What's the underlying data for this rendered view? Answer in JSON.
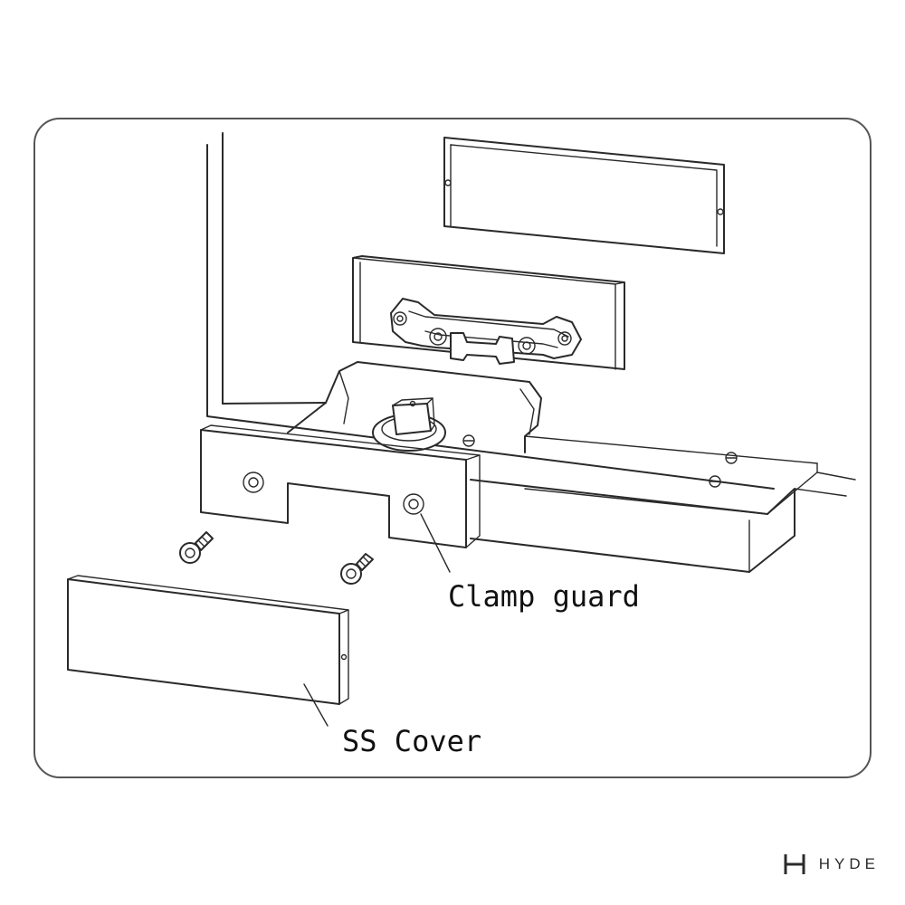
{
  "labels": {
    "clamp_guard": "Clamp guard",
    "ss_cover": "SS Cover"
  },
  "brand": {
    "name": "HYDE",
    "icon": "hyde-logo-icon"
  },
  "colors": {
    "line": "#2a2a2a",
    "frame": "#555555",
    "background": "#ffffff"
  }
}
